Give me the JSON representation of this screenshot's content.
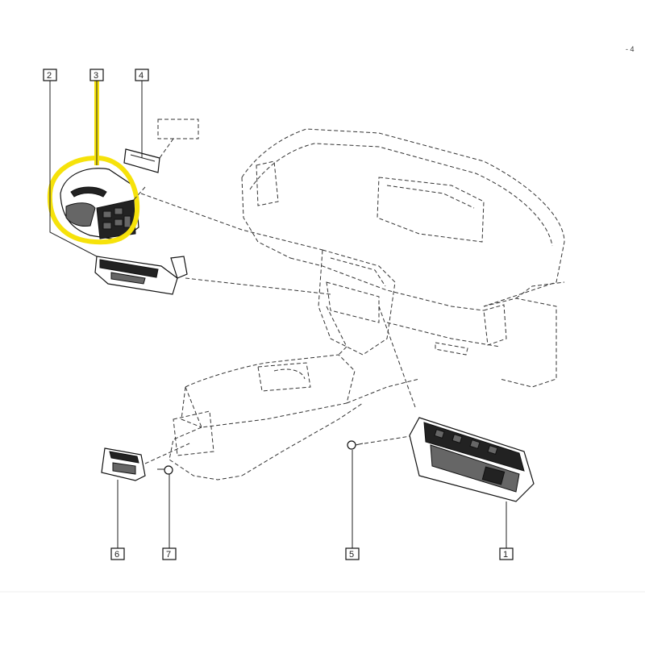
{
  "corner_mark": "- 4",
  "callouts": [
    {
      "id": "callout-1",
      "number": "1"
    },
    {
      "id": "callout-2",
      "number": "2"
    },
    {
      "id": "callout-3",
      "number": "3"
    },
    {
      "id": "callout-4",
      "number": "4"
    },
    {
      "id": "callout-5",
      "number": "5"
    },
    {
      "id": "callout-6",
      "number": "6"
    },
    {
      "id": "callout-7",
      "number": "7"
    }
  ],
  "colors": {
    "highlight": "#f6e20a",
    "line": "#222222",
    "background": "#ffffff"
  }
}
